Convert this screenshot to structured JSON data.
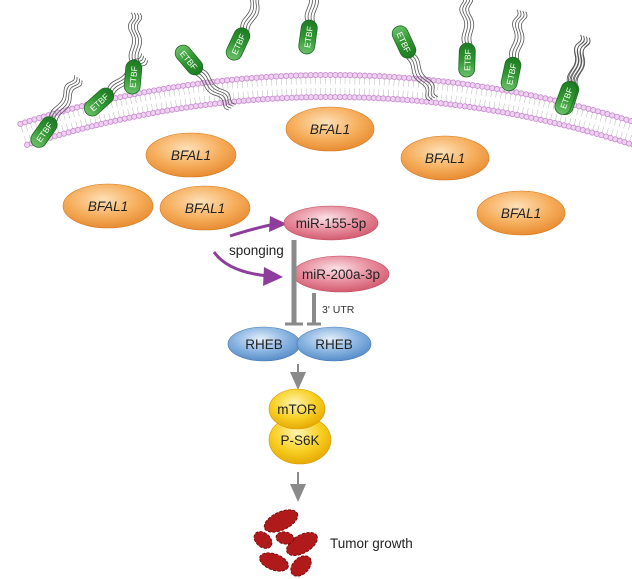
{
  "bacteria": {
    "label": "ETBF"
  },
  "lncrna": {
    "label": "BFAL1"
  },
  "mirnas": {
    "mir155": "miR-155-5p",
    "mir200": "miR-200a-3p"
  },
  "annotations": {
    "sponging": "sponging",
    "utr": "3' UTR"
  },
  "proteins": {
    "rheb": "RHEB",
    "mtor": "mTOR",
    "ps6k": "P-S6K"
  },
  "outcome": {
    "label": "Tumor growth"
  },
  "colors": {
    "membrane": "#c98fd0",
    "bacteria": "#3a9a3a",
    "lncrna": "#f0a24a",
    "mirna": "#d9667a",
    "rheb": "#5f95cf",
    "mtor": "#f2b800",
    "arrow_purple": "#8e3d9c",
    "tumor": "#b11a1a"
  }
}
